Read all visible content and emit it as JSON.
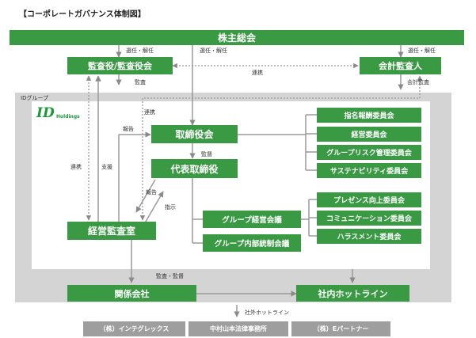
{
  "page_title": "【コーポレートガバナンス体制図】",
  "group_label": "IDグループ",
  "logo": {
    "mark": "ID",
    "text": "Holdings"
  },
  "boxes": {
    "shareholders": "株主総会",
    "auditors": "監査役/監査役会",
    "accounting_auditor": "会計監査人",
    "board": "取締役会",
    "representative": "代表取締役",
    "internal_audit": "経営監査室",
    "group_mgmt_meeting": "グループ経営会議",
    "group_internal_control": "グループ内部統制会議",
    "affiliates": "関係会社",
    "hotline_internal": "社内ホットライン"
  },
  "board_committees": [
    "指名報酬委員会",
    "経営委員会",
    "グループリスク管理委員会",
    "サステナビリティ委員会"
  ],
  "mgmt_committees": [
    "プレゼンス向上委員会",
    "コミュニケーション委員会",
    "ハラスメント委員会"
  ],
  "labels": {
    "elect_dismiss": "選任・解任",
    "cooperation": "連携",
    "audit": "監査",
    "accounting_audit": "会計監査",
    "report": "報告",
    "supervise": "監督",
    "support": "支援",
    "instruct": "指示",
    "audit_supervise": "監査・監督",
    "external_hotline": "社外ホットライン"
  },
  "external_firms": [
    "（株）インテグレックス",
    "中村山本法律事務所",
    "（株）Eパートナー"
  ],
  "colors": {
    "green": "#3a9a44",
    "gray_panel": "#d4d4d4",
    "gray_firm": "#9e9e9e",
    "line": "#9a9a9a"
  }
}
